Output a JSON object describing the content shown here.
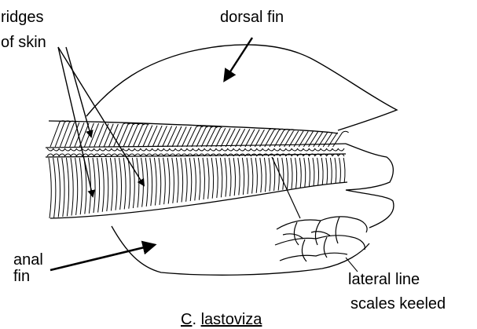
{
  "labels": {
    "ridges_line1": "ridges",
    "ridges_line2": "of skin",
    "dorsal_fin": "dorsal fin",
    "anal_line1": "anal",
    "anal_line2": "fin",
    "lateral_line1": "lateral line",
    "lateral_line2": "scales keeled"
  },
  "caption": {
    "letter": "C",
    "separator": ". ",
    "name": "lastoviza"
  },
  "colors": {
    "ink": "#000000",
    "background": "#ffffff"
  }
}
